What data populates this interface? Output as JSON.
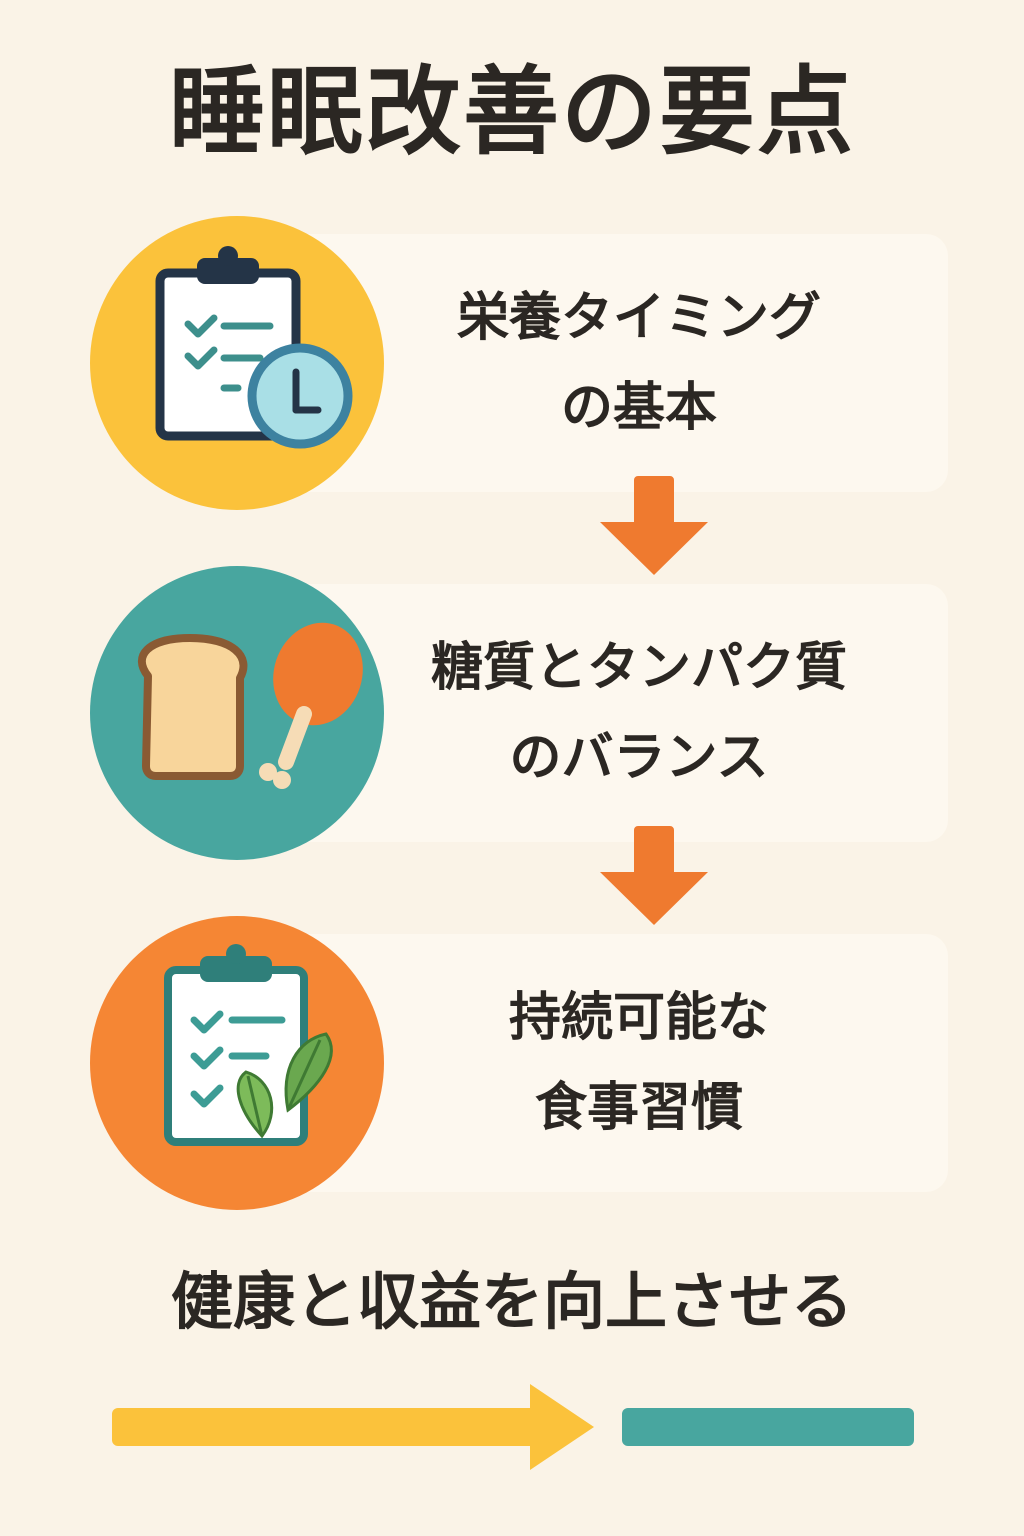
{
  "title": "睡眠改善の要点",
  "steps": [
    {
      "line1": "栄養タイミング",
      "line2": "の基本",
      "circle_color": "#fbc23b",
      "icon": "clipboard-clock-icon"
    },
    {
      "line1": "糖質とタンパク質",
      "line2": "のバランス",
      "circle_color": "#48a69f",
      "icon": "bread-chicken-icon"
    },
    {
      "line1": "持続可能な",
      "line2": "食事習慣",
      "circle_color": "#f58634",
      "icon": "checklist-leaf-icon"
    }
  ],
  "conclusion": "健康と収益を向上させる",
  "colors": {
    "accent_arrow": "#ef7a2f",
    "bar_yellow": "#fbc23b",
    "bar_teal": "#48a69f",
    "background": "#faf3e7"
  }
}
